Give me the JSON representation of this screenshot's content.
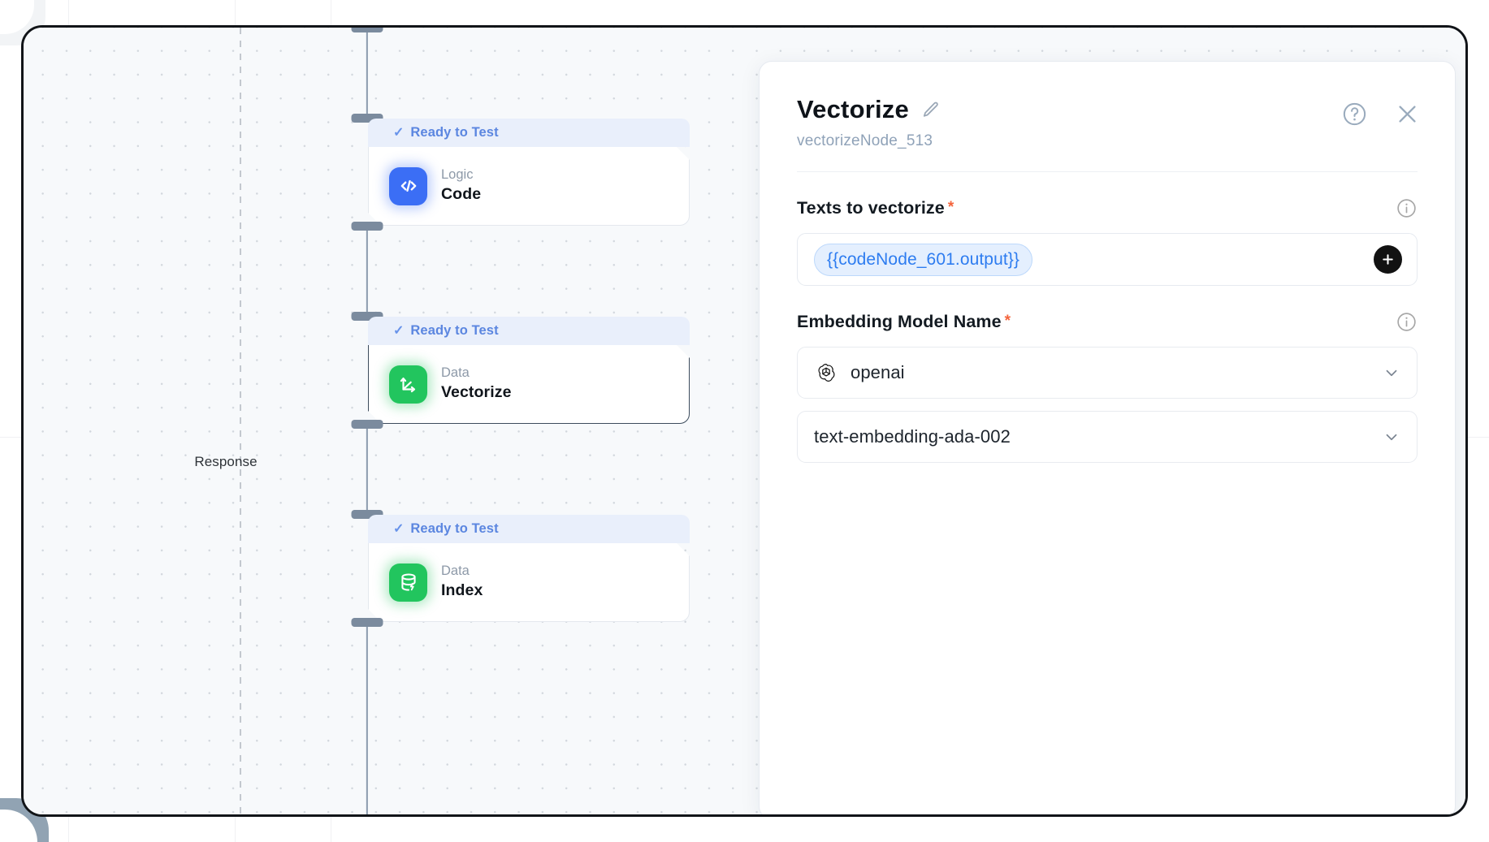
{
  "canvas": {
    "response_label": "Response",
    "nodes": [
      {
        "id": "code",
        "status": "Ready to Test",
        "category": "Logic",
        "title": "Code",
        "icon": "code-brackets-icon",
        "icon_color": "#3b6ef5",
        "selected": false
      },
      {
        "id": "vectorize",
        "status": "Ready to Test",
        "category": "Data",
        "title": "Vectorize",
        "icon": "vector-axes-icon",
        "icon_color": "#22c55e",
        "selected": true
      },
      {
        "id": "index",
        "status": "Ready to Test",
        "category": "Data",
        "title": "Index",
        "icon": "database-bolt-icon",
        "icon_color": "#22c55e",
        "selected": false
      }
    ]
  },
  "panel": {
    "title": "Vectorize",
    "subtitle": "vectorizeNode_513",
    "edit_icon": "pencil-icon",
    "help_icon": "help-circle-icon",
    "close_icon": "close-icon",
    "fields": {
      "texts": {
        "label": "Texts to vectorize",
        "required_mark": "*",
        "info_icon": "info-circle-icon",
        "chips": [
          "{{codeNode_601.output}}"
        ],
        "add_label": "+"
      },
      "embedding": {
        "label": "Embedding Model Name",
        "required_mark": "*",
        "info_icon": "info-circle-icon",
        "provider": {
          "value": "openai",
          "logo": "openai-logo-icon",
          "chevron": "chevron-down-icon"
        },
        "model": {
          "value": "text-embedding-ada-002",
          "chevron": "chevron-down-icon"
        }
      }
    }
  },
  "colors": {
    "accent_blue": "#3b6ef5",
    "status_blue": "#5b86e0",
    "status_bg": "#e9effb",
    "node_green": "#22c55e",
    "required_red": "#f4643c",
    "chip_blue": "#2d7cf0",
    "canvas_bg": "#f7f9fb"
  }
}
